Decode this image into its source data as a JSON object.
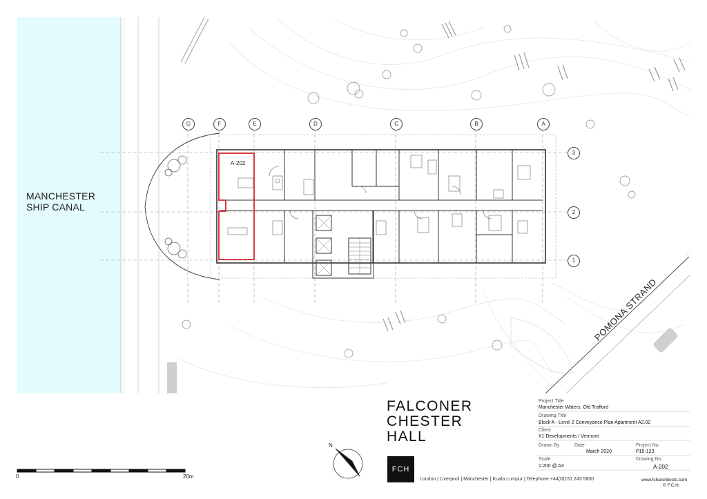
{
  "labels": {
    "canal_line1": "MANCHESTER",
    "canal_line2": "SHIP CANAL",
    "street": "POMONA STRAND",
    "apartment": "A-202"
  },
  "grid_columns": [
    "G",
    "F",
    "E",
    "D",
    "C",
    "B",
    "A"
  ],
  "grid_rows": [
    "3",
    "2",
    "1"
  ],
  "company": {
    "line1": "FALCONER",
    "line2": "CHESTER",
    "line3": "HALL",
    "logo": "FCH",
    "offices": "London  |  Liverpool  |  Manchester  |  Kuala Lumpur   |   Telephone  +44(0)151 243 5800",
    "website": "www.fcharchitects.com",
    "copyright": "© F.C.H."
  },
  "title_block": {
    "project_title_label": "Project Title",
    "project_title": "Manchester Waters, Old Trafford",
    "drawing_title_label": "Drawing Title",
    "drawing_title": "Block A - Level 2 Conveyance Plan Apartment A2.02",
    "client_label": "Client",
    "client": "X1 Developments / Vermont",
    "drawn_by_label": "Drawn By",
    "date_label": "Date",
    "date": "March 2020",
    "project_no_label": "Project No.",
    "project_no": "P15-123",
    "scale_label": "Scale",
    "scale": "1:200 @ A3",
    "drawing_no_label": "Drawing No.",
    "drawing_no": "A-202"
  },
  "scale_bar": {
    "start": "0",
    "end": "20m"
  },
  "north": {
    "label": "N"
  },
  "colors": {
    "canal": "#e3fbfd",
    "highlight": "#d6262b",
    "ink": "#222222"
  }
}
